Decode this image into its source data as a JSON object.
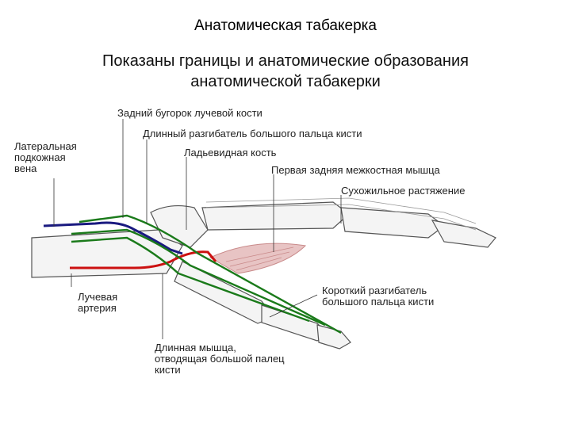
{
  "slide": {
    "title": "Анатомическая табакерка",
    "subtitle_lines": [
      "Показаны границы и анатомические образования",
      "анатомической табакерки"
    ]
  },
  "labels": {
    "posterior_tubercle": [
      "Задний бугорок лучевой кости"
    ],
    "epl": [
      "Длинный разгибатель большого пальца кисти"
    ],
    "scaphoid": [
      "Ладьевидная кость"
    ],
    "first_dorsal_interosseous": [
      "Первая задняя межкостная мышца"
    ],
    "extensor_expansion": [
      "Сухожильное растяжение"
    ],
    "cephalic_vein": [
      "Латеральная",
      "подкожная",
      "вена"
    ],
    "radial_artery": [
      "Лучевая",
      "артерия"
    ],
    "epb": [
      "Короткий разгибатель",
      "большого пальца кисти"
    ],
    "apl": [
      "Длинная мышца,",
      "отводящая большой палец",
      "кисти"
    ]
  },
  "colors": {
    "tendon": "#1a7a1a",
    "artery": "#cc1111",
    "vein": "#1a1a80",
    "muscle": "#c98a8a",
    "bone_outline": "#555555",
    "leader": "#333333"
  }
}
